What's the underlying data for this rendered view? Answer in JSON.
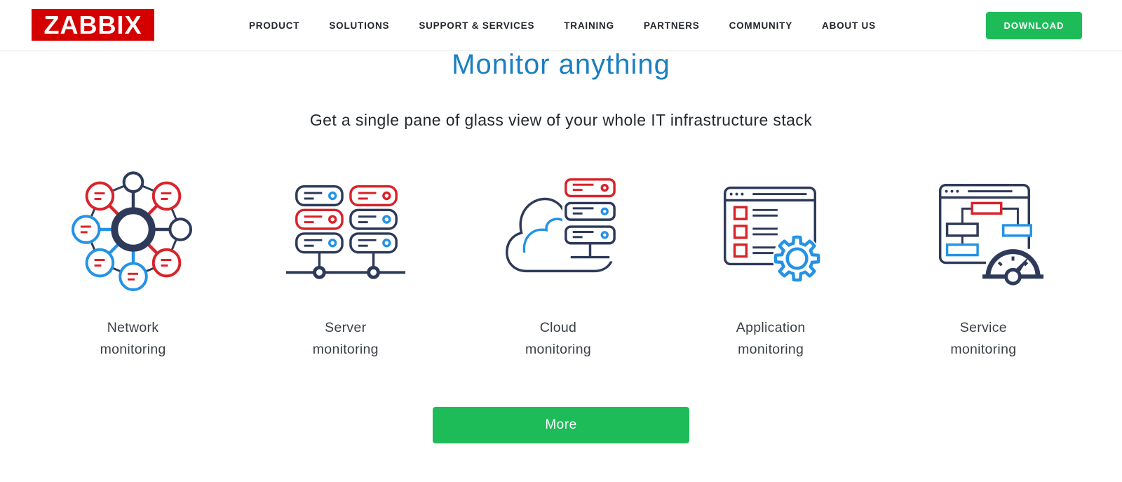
{
  "header": {
    "logo_text": "ZABBIX",
    "nav_items": [
      {
        "label": "PRODUCT"
      },
      {
        "label": "SOLUTIONS"
      },
      {
        "label": "SUPPORT & SERVICES"
      },
      {
        "label": "TRAINING"
      },
      {
        "label": "PARTNERS"
      },
      {
        "label": "COMMUNITY"
      },
      {
        "label": "ABOUT US"
      }
    ],
    "download_label": "DOWNLOAD"
  },
  "hero": {
    "title": "Monitor anything",
    "subtitle": "Get a single pane of glass view of your whole IT infrastructure stack",
    "more_label": "More"
  },
  "features": [
    {
      "line1": "Network",
      "line2": "monitoring",
      "icon": "network-monitoring-icon"
    },
    {
      "line1": "Server",
      "line2": "monitoring",
      "icon": "server-monitoring-icon"
    },
    {
      "line1": "Cloud",
      "line2": "monitoring",
      "icon": "cloud-monitoring-icon"
    },
    {
      "line1": "Application",
      "line2": "monitoring",
      "icon": "application-monitoring-icon"
    },
    {
      "line1": "Service",
      "line2": "monitoring",
      "icon": "service-monitoring-icon"
    }
  ],
  "colors": {
    "brand_red": "#d40000",
    "heading_blue": "#1a7fc1",
    "button_green": "#1ebc59",
    "icon_navy": "#2e3a59",
    "icon_red": "#d8232a",
    "icon_blue": "#2492e5"
  }
}
